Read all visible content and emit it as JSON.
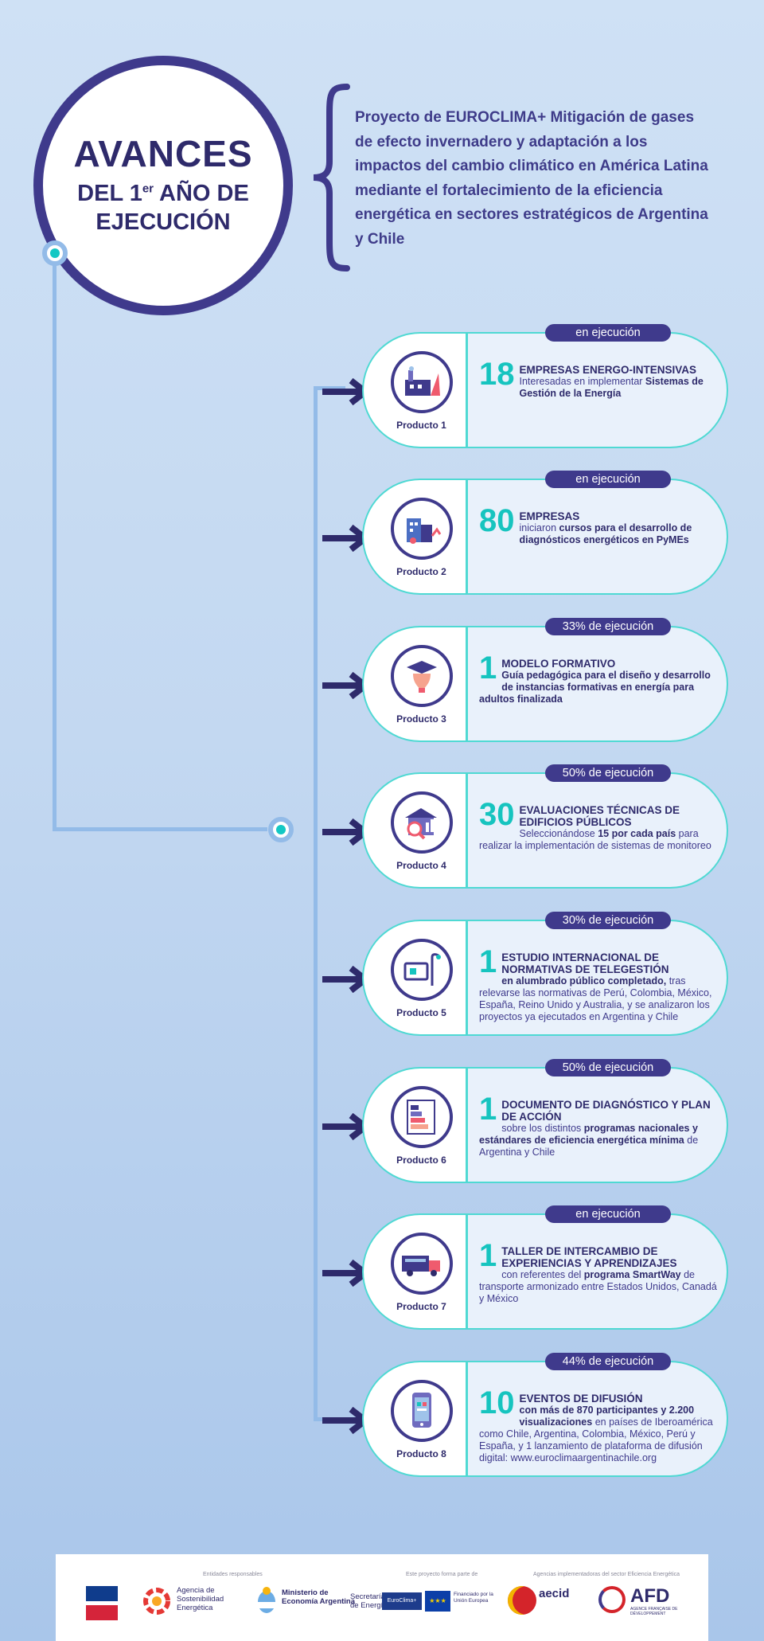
{
  "header": {
    "title_big": "AVANCES",
    "title_line1_pre": "DEL 1",
    "title_line1_sup": "er",
    "title_line1_post": " AÑO DE",
    "title_line2": "EJECUCIÓN",
    "intro": "Proyecto de EUROCLIMA+ Mitigación de gases de efecto invernadero y adaptación a los impactos del cambio climático en América Latina mediante el fortalecimiento de la eficiencia energética en sectores estratégicos de Argentina y Chile"
  },
  "products": [
    {
      "label": "Producto 1",
      "status": "en ejecución",
      "number": "18",
      "heading": "EMPRESAS ENERGO-INTENSIVAS",
      "text_a": "Interesadas en implementar ",
      "text_b": "Sistemas de Gestión de la Energía",
      "text_c": "",
      "icon": "factory-icon"
    },
    {
      "label": "Producto 2",
      "status": "en ejecución",
      "number": "80",
      "heading": "EMPRESAS",
      "text_a": "iniciaron ",
      "text_b": "cursos para el desarrollo de diagnósticos energéticos en PyMEs",
      "text_c": "",
      "icon": "buildings-icon"
    },
    {
      "label": "Producto 3",
      "status": "33% de ejecución",
      "number": "1",
      "heading": "MODELO FORMATIVO",
      "text_a": "",
      "text_b": "Guía pedagógica para el diseño y desarrollo de instancias formativas en energía para adultos finalizada",
      "text_c": "",
      "icon": "graduation-bulb-icon"
    },
    {
      "label": "Producto 4",
      "status": "50% de ejecución",
      "number": "30",
      "heading": "EVALUACIONES TÉCNICAS DE EDIFICIOS PÚBLICOS",
      "text_a": "Seleccionándose ",
      "text_b": "15 por cada país",
      "text_c": " para realizar la implementación de sistemas de monitoreo",
      "icon": "building-magnifier-icon"
    },
    {
      "label": "Producto 5",
      "status": "30% de ejecución",
      "number": "1",
      "heading": "ESTUDIO INTERNACIONAL DE NORMATIVAS DE TELEGESTIÓN",
      "text_a": "",
      "text_b": "en alumbrado público completado,",
      "text_c": " tras relevarse las normativas de Perú, Colombia, México, España, Reino Unido y Australia, y se analizaron los proyectos ya ejecutados en Argentina y Chile",
      "icon": "streetlight-monitor-icon"
    },
    {
      "label": "Producto 6",
      "status": "50% de ejecución",
      "number": "1",
      "heading": "DOCUMENTO DE DIAGNÓSTICO Y PLAN DE ACCIÓN",
      "text_a": "sobre los distintos ",
      "text_b": "programas nacionales y estándares de eficiencia energética mínima",
      "text_c": " de Argentina y Chile",
      "icon": "energy-label-icon"
    },
    {
      "label": "Producto 7",
      "status": "en ejecución",
      "number": "1",
      "heading": "TALLER DE INTERCAMBIO DE EXPERIENCIAS Y APRENDIZAJES",
      "text_a": "con referentes del ",
      "text_b": "programa SmartWay",
      "text_c": " de transporte armonizado entre Estados Unidos, Canadá y México",
      "icon": "truck-icon"
    },
    {
      "label": "Producto 8",
      "status": "44% de ejecución",
      "number": "10",
      "heading": "EVENTOS DE DIFUSIÓN",
      "text_a": "",
      "text_b": "con más de 870 participantes y 2.200 visualizaciones",
      "text_c": " en países de Iberoamérica como Chile, Argentina, Colombia, México, Perú y España, y 1 lanzamiento de plataforma de difusión digital: www.euroclimaargentinachile.org",
      "icon": "phone-icon"
    }
  ],
  "footer": {
    "cap1": "Entidades responsables",
    "cap2": "Este proyecto forma parte de",
    "cap3": "Agencias implementadoras del sector Eficiencia Energética",
    "agencia": "Agencia de Sostenibilidad Energética",
    "ministerio": "Ministerio de Economía Argentina",
    "secretaria": "Secretaría de Energía",
    "euroclima": "EuroClima+",
    "eu_text": "Financiado por la Unión Europea",
    "aecid": "aecid",
    "afd": "AFD",
    "afd_sub": "AGENCE FRANÇAISE DE DÉVELOPPEMENT"
  },
  "colors": {
    "navy": "#3f3a8c",
    "teal": "#16c4bf",
    "line": "#93bbe8"
  }
}
